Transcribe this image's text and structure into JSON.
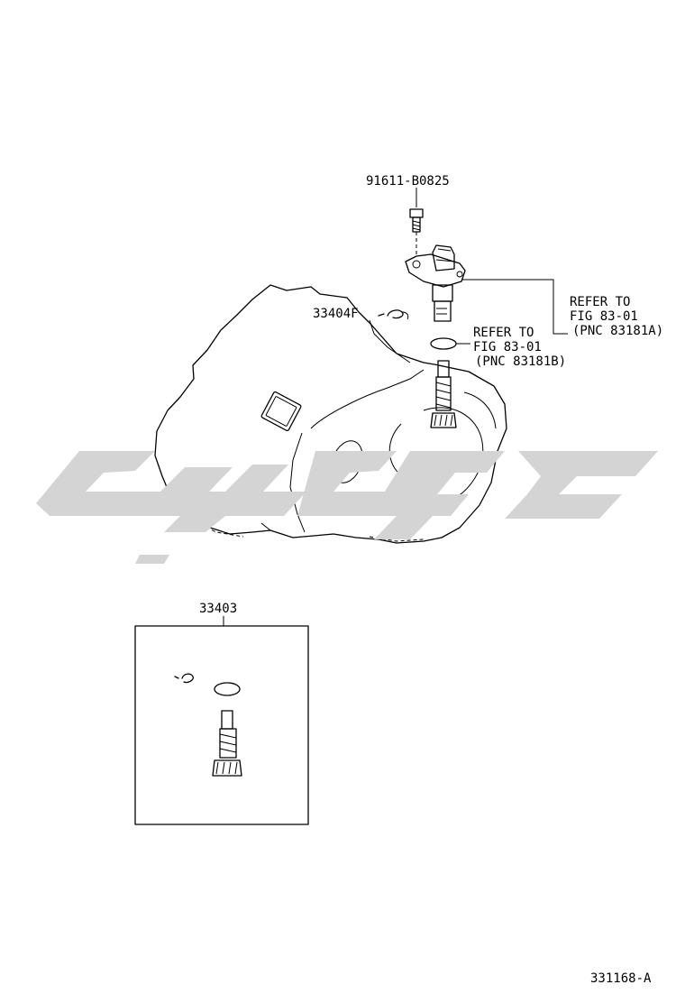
{
  "labels": {
    "bolt_part": "91611-B0825",
    "clip_part": "33404F",
    "refer_a_line1": "REFER TO",
    "refer_a_line2": "FIG 83-01",
    "refer_a_line3": "(PNC 83181A)",
    "refer_b_line1": "REFER TO",
    "refer_b_line2": "FIG 83-01",
    "refer_b_line3": "(PNC 83181B)",
    "kit_part": "33403",
    "figure_code": "331168-A"
  }
}
